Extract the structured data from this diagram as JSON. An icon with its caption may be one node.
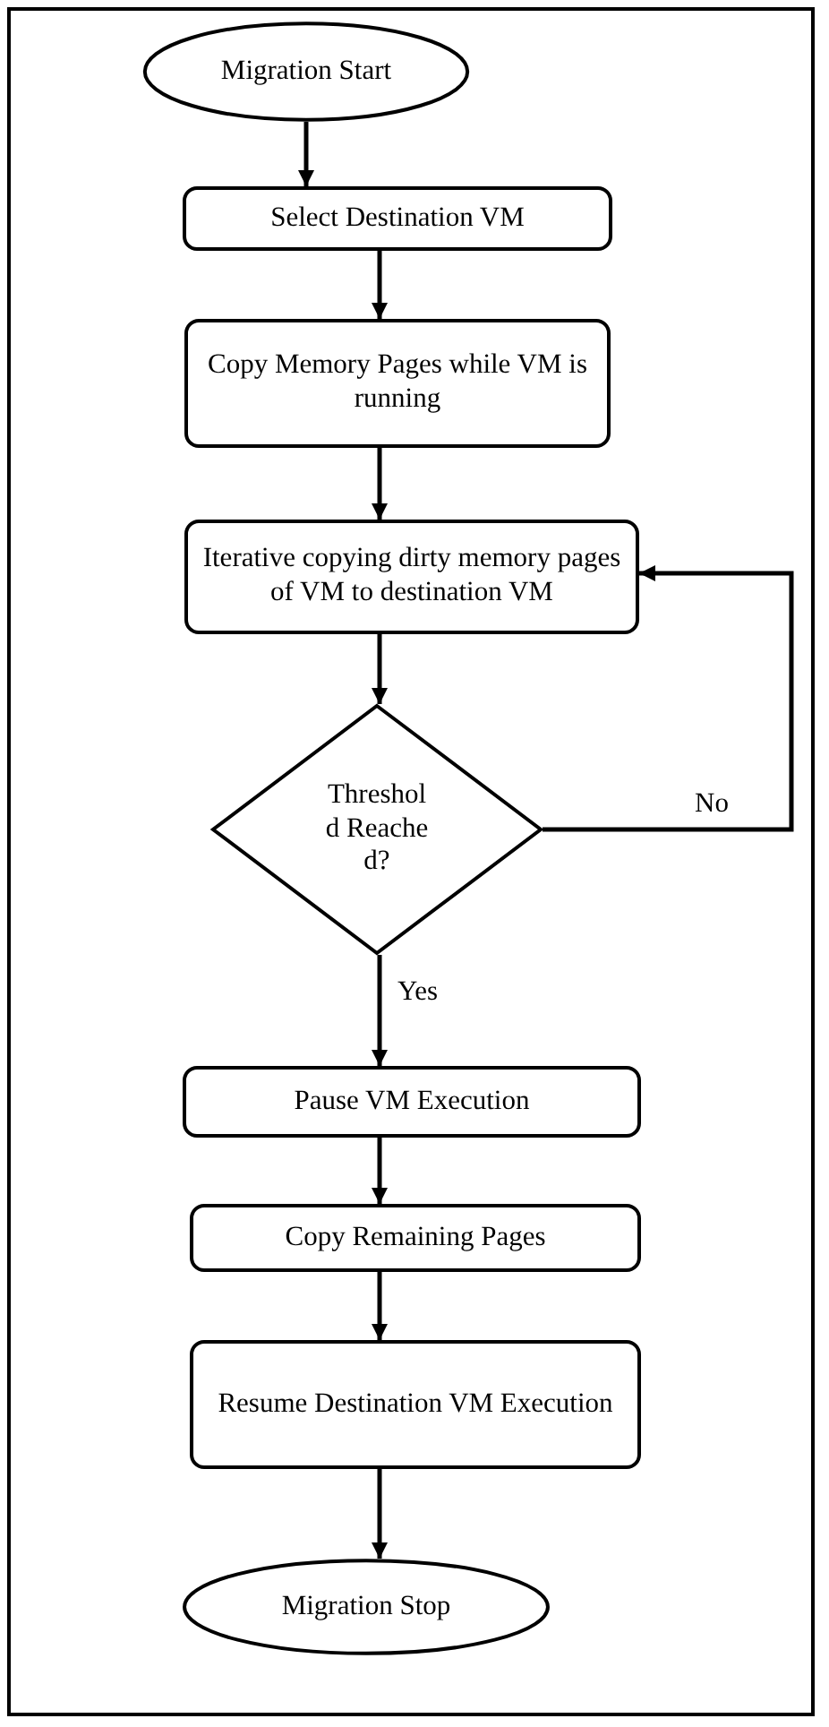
{
  "diagram": {
    "nodes": [
      {
        "text": [
          "Migration Start"
        ]
      },
      {
        "text": [
          "Select Destination VM"
        ]
      },
      {
        "text": [
          "Copy Memory Pages while VM is running"
        ]
      },
      {
        "text": [
          "Iterative copying dirty memory pages of VM to destination VM"
        ]
      },
      {
        "text": [
          "Threshold Reached?"
        ]
      },
      {
        "text": [
          "Pause VM Execution"
        ]
      },
      {
        "text": [
          "Copy Remaining Pages"
        ]
      },
      {
        "text": [
          "Resume Destination VM Execution"
        ]
      },
      {
        "text": [
          "Migration Stop"
        ]
      }
    ],
    "edges": [
      {
        "from": 0,
        "to": 1,
        "arrow": "to"
      },
      {
        "from": 1,
        "to": 2,
        "arrow": "to"
      },
      {
        "from": 2,
        "to": 3,
        "arrow": "to"
      },
      {
        "from": 3,
        "to": 4,
        "arrow": "to"
      },
      {
        "from": 4,
        "to": 3,
        "arrow": "to",
        "label": "No"
      },
      {
        "from": 4,
        "to": 5,
        "arrow": "to",
        "label": "Yes"
      },
      {
        "from": 5,
        "to": 6,
        "arrow": "to"
      },
      {
        "from": 6,
        "to": 7,
        "arrow": "to"
      },
      {
        "from": 7,
        "to": 8,
        "arrow": "to"
      }
    ]
  }
}
